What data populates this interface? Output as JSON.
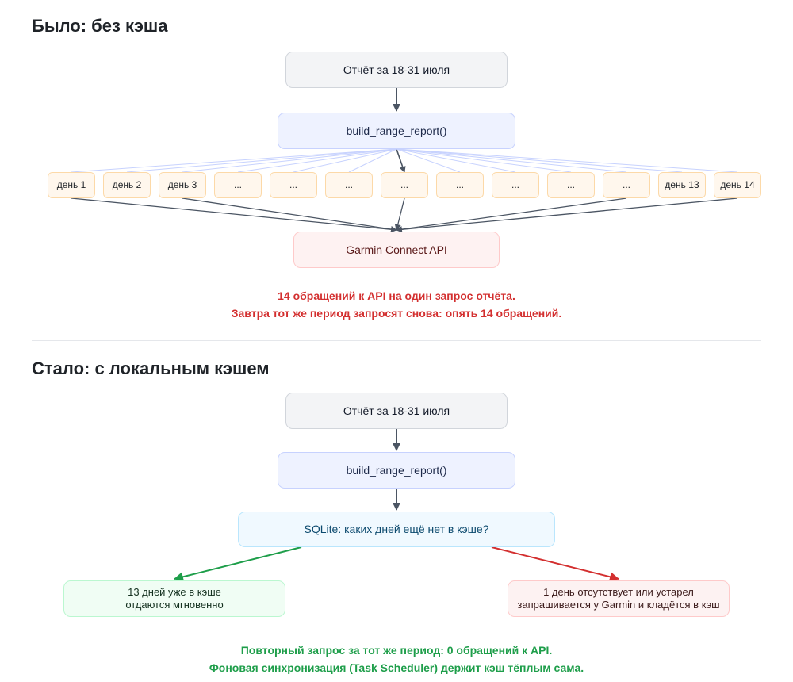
{
  "before": {
    "heading": "Было: без кэша",
    "report": "Отчёт за 18-31 июля",
    "builder": "build_range_report()",
    "days": [
      "день 1",
      "день 2",
      "день 3",
      "...",
      "...",
      "...",
      "...",
      "...",
      "...",
      "...",
      "...",
      "день 13",
      "день 14"
    ],
    "api": "Garmin Connect API",
    "note_line1": "14 обращений к API на один запрос отчёта.",
    "note_line2": "Завтра тот же период запросят снова: опять 14 обращений."
  },
  "after": {
    "heading": "Стало: с локальным кэшем",
    "report": "Отчёт за 18-31 июля",
    "builder": "build_range_report()",
    "cache_check": "SQLite: каких дней ещё нет в кэше?",
    "hit_line1": "13 дней уже в кэше",
    "hit_line2": "отдаются мгновенно",
    "miss_line1": "1 день отсутствует или устарел",
    "miss_line2": "запрашивается у Garmin и кладётся в кэш",
    "note_line1": "Повторный запрос за тот же период: 0 обращений к API.",
    "note_line2": "Фоновая синхронизация (Task Scheduler) держит кэш тёплым сама."
  },
  "colors": {
    "arrow_dark": "#4b5563",
    "fan_light": "#c7d2fe",
    "arrow_green": "#1e9e4a",
    "arrow_red": "#d32f2f"
  }
}
